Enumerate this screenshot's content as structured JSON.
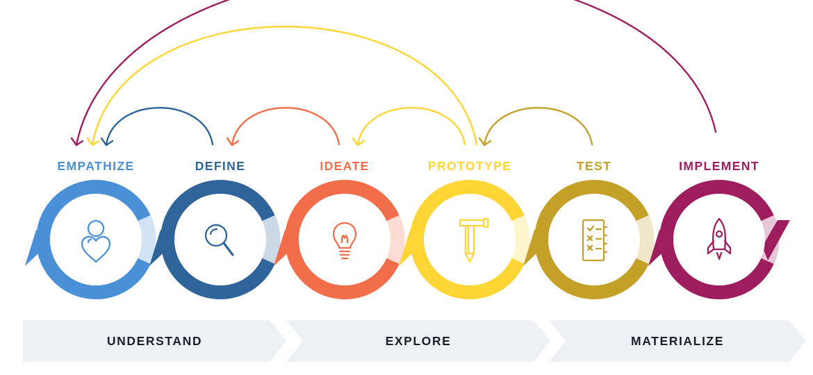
{
  "stages": [
    {
      "id": "empathize",
      "label": "EMPATHIZE",
      "color": "#4A90D6",
      "icon": "person-heart-icon"
    },
    {
      "id": "define",
      "label": "DEFINE",
      "color": "#2E6499",
      "icon": "magnifier-icon"
    },
    {
      "id": "ideate",
      "label": "IDEATE",
      "color": "#F26D4A",
      "icon": "lightbulb-icon"
    },
    {
      "id": "prototype",
      "label": "PROTOTYPE",
      "color": "#FDD535",
      "icon": "hammer-pencil-icon"
    },
    {
      "id": "test",
      "label": "TEST",
      "color": "#C4A029",
      "icon": "checklist-icon"
    },
    {
      "id": "implement",
      "label": "IMPLEMENT",
      "color": "#9E1D5E",
      "icon": "rocket-icon"
    }
  ],
  "feedback_loops": [
    {
      "from": "define",
      "to": "empathize",
      "color": "#2E6499"
    },
    {
      "from": "ideate",
      "to": "define",
      "color": "#F26D4A"
    },
    {
      "from": "prototype",
      "to": "ideate",
      "color": "#FDD535"
    },
    {
      "from": "test",
      "to": "prototype",
      "color": "#C4A029"
    },
    {
      "from": "prototype",
      "to": "empathize",
      "color": "#FDD535"
    },
    {
      "from": "implement",
      "to": "empathize",
      "color": "#9E1D5E"
    }
  ],
  "phases": [
    {
      "label": "UNDERSTAND"
    },
    {
      "label": "EXPLORE"
    },
    {
      "label": "MATERIALIZE"
    }
  ],
  "phase_band_color": "#EEF0F6"
}
